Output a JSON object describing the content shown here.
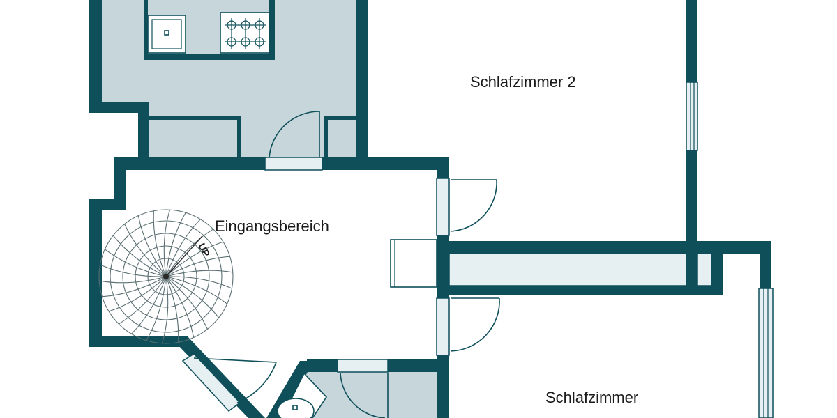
{
  "rooms": {
    "bedroom_2": "Schlafzimmer 2",
    "entrance": "Eingangsbereich",
    "bedroom": "Schlafzimmer"
  },
  "stairs": {
    "direction_label": "UP"
  },
  "colors": {
    "wall": "#0e4f5a",
    "tiled_floor": "#c6d6da",
    "background": "#ffffff"
  }
}
